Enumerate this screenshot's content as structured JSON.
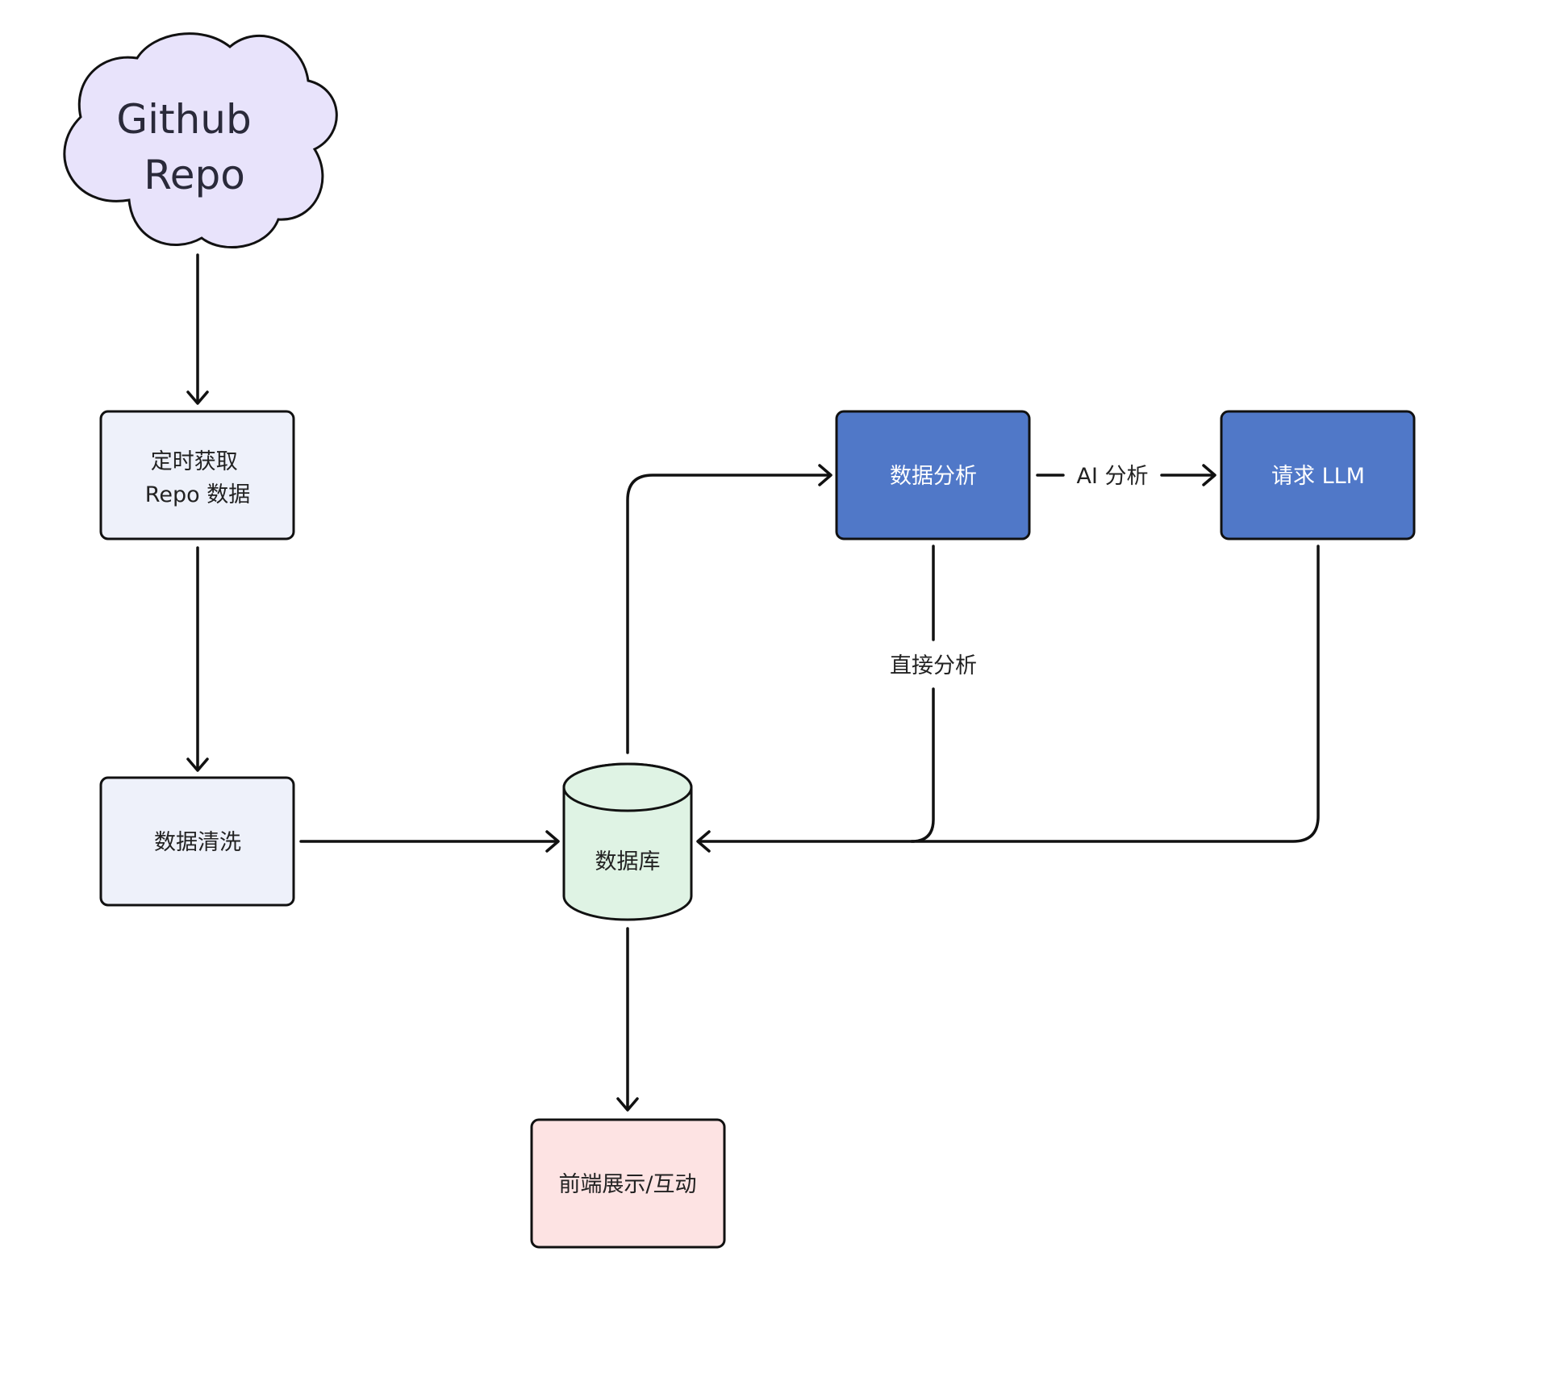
{
  "diagram": {
    "nodes": {
      "github_repo": {
        "line1": "Github",
        "line2": "Repo",
        "shape": "cloud",
        "fill": "#e8e3fb"
      },
      "fetch": {
        "line1": "定时获取",
        "line2": "Repo 数据",
        "shape": "rounded-rect",
        "fill": "#eef1fa"
      },
      "clean": {
        "label": "数据清洗",
        "shape": "rounded-rect",
        "fill": "#eef1fa"
      },
      "database": {
        "label": "数据库",
        "shape": "cylinder",
        "fill": "#dff3e4"
      },
      "analysis": {
        "label": "数据分析",
        "shape": "rounded-rect",
        "fill": "#5078c8"
      },
      "llm": {
        "label": "请求 LLM",
        "shape": "rounded-rect",
        "fill": "#5078c8"
      },
      "frontend": {
        "label": "前端展示/互动",
        "shape": "rounded-rect",
        "fill": "#fde3e3"
      }
    },
    "edges": {
      "ai_analysis": {
        "label": "AI 分析",
        "from": "数据分析",
        "to": "请求 LLM"
      },
      "direct_analysis": {
        "label": "直接分析",
        "from": "数据分析",
        "to": "数据库"
      }
    },
    "colors": {
      "stroke": "#111111",
      "background": "#ffffff"
    }
  }
}
